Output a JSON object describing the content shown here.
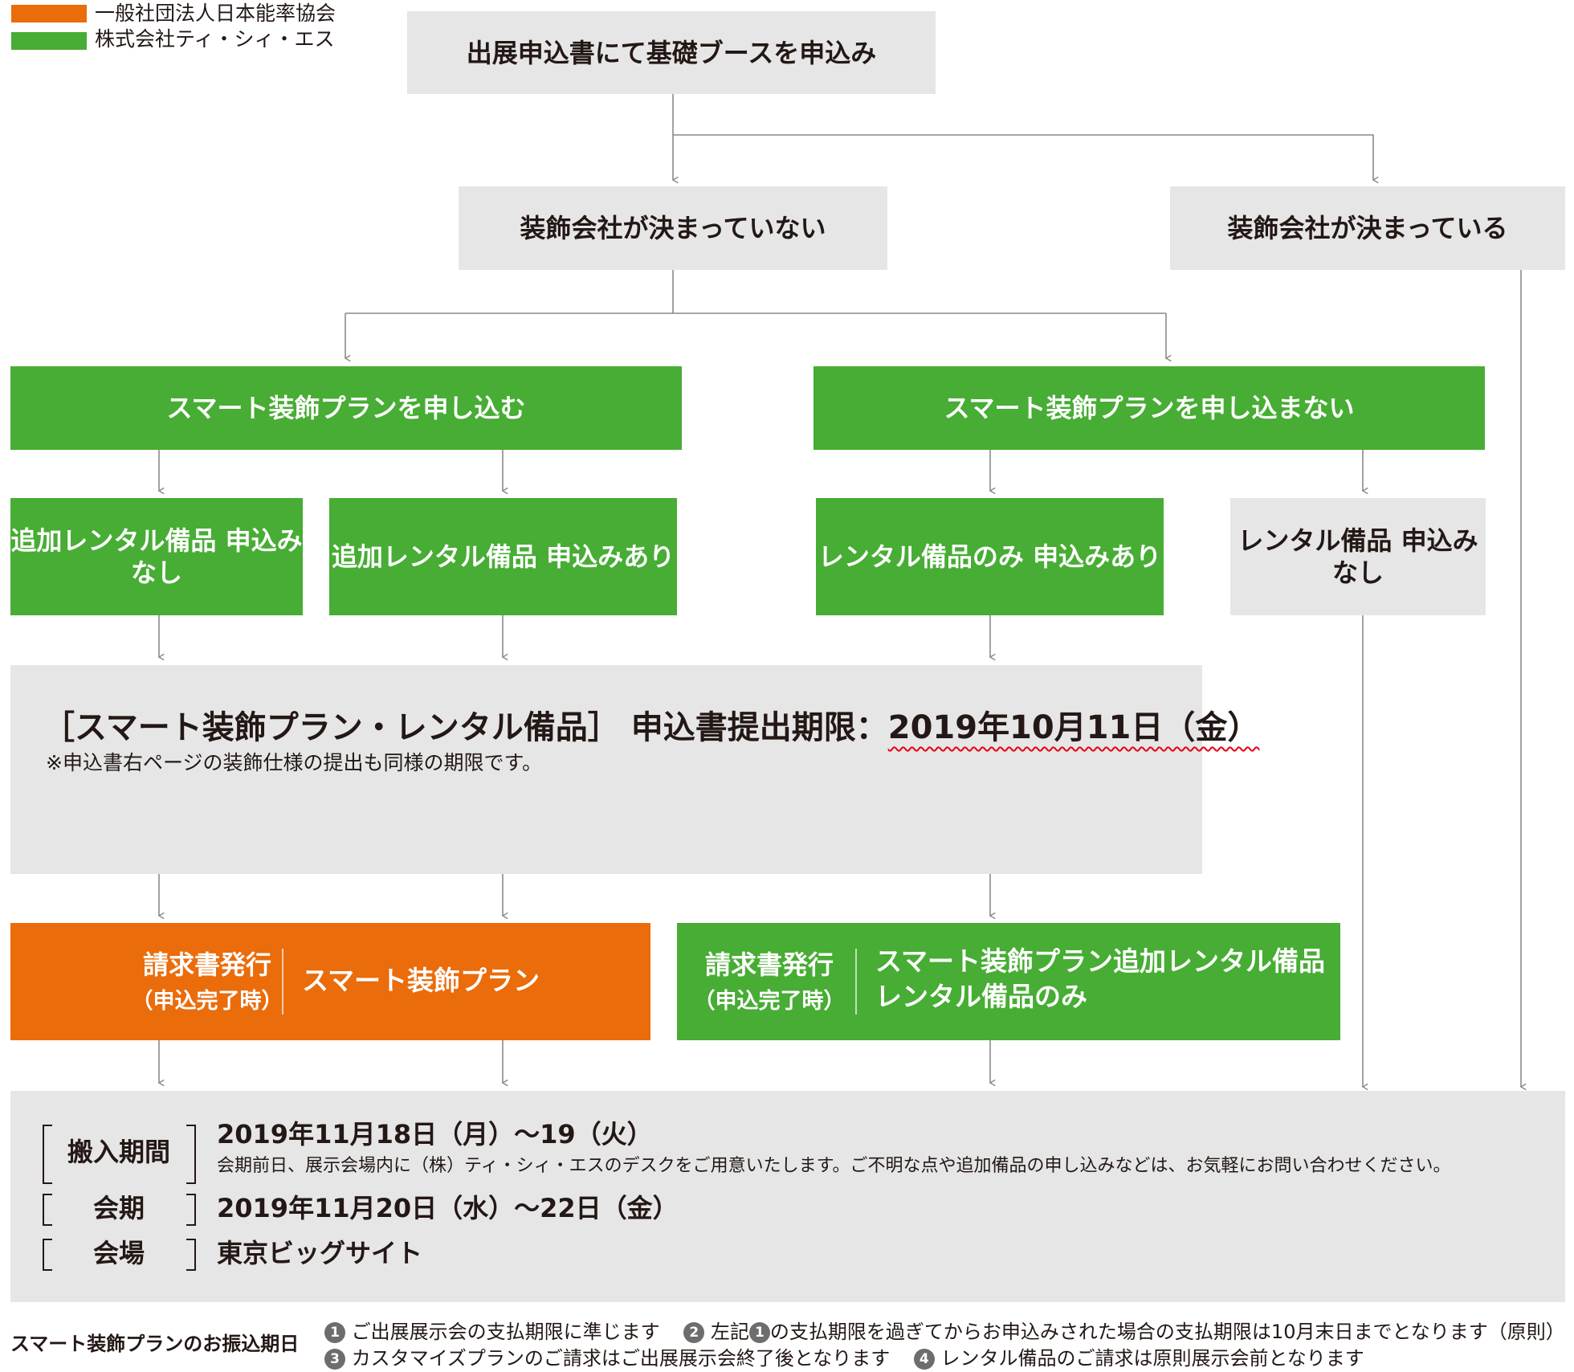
{
  "legend": [
    {
      "color": "#ea6c0b",
      "label": "一般社団法人日本能率協会"
    },
    {
      "color": "#47ad34",
      "label": "株式会社ティ・シィ・エス"
    }
  ],
  "nodes": {
    "apply_basic_booth": "出展申込書にて基礎ブースを申込み",
    "decorator_undecided": "装飾会社が決まっていない",
    "decorator_decided": "装飾会社が決まっている",
    "smart_plan_apply": "スマート装飾プランを申し込む",
    "smart_plan_not_apply": "スマート装飾プランを申し込まない",
    "extra_rental_none": [
      "追加レンタル備品",
      "申込みなし"
    ],
    "extra_rental_yes": [
      "追加レンタル備品",
      "申込みあり"
    ],
    "rental_only_yes": [
      "レンタル備品のみ",
      "申込みあり"
    ],
    "rental_none": [
      "レンタル備品",
      "申込みなし"
    ]
  },
  "deadline": {
    "label": "［スマート装飾プラン・レンタル備品］ 申込書提出期限：",
    "date": "2019年10月11日（金）",
    "note": "※申込書右ページの装飾仕様の提出も同様の期限です。"
  },
  "invoice_jma": {
    "head": "請求書発行",
    "sub": "（申込完了時）",
    "items": [
      "スマート装飾プラン"
    ]
  },
  "invoice_tcs": {
    "head": "請求書発行",
    "sub": "（申込完了時）",
    "items": [
      "スマート装飾プラン追加レンタル備品",
      "レンタル備品のみ"
    ]
  },
  "event_info": {
    "move_in": {
      "label": "搬入期間",
      "value": "2019年11月18日（月）～19（火）",
      "note": "会期前日、展示会場内に（株）ティ・シィ・エスのデスクをご用意いたします。ご不明な点や追加備品の申し込みなどは、お気軽にお問い合わせください。"
    },
    "period": {
      "label": "会期",
      "value": "2019年11月20日（水）～22日（金）"
    },
    "venue": {
      "label": "会場",
      "value": "東京ビッグサイト"
    }
  },
  "payment": {
    "title": "スマート装飾プランのお振込期日",
    "items": [
      {
        "num": "1",
        "text": "ご出展展示会の支払期限に準じます"
      },
      {
        "num": "2",
        "text_before": "左記",
        "ref": "1",
        "text_after": "の支払期限を過ぎてからお申込みされた場合の支払期限は10月末日までとなります（原則）"
      },
      {
        "num": "3",
        "text": "カスタマイズプランのご請求はご出展展示会終了後となります"
      },
      {
        "num": "4",
        "text": "レンタル備品のご請求は原則展示会前となります"
      }
    ]
  }
}
